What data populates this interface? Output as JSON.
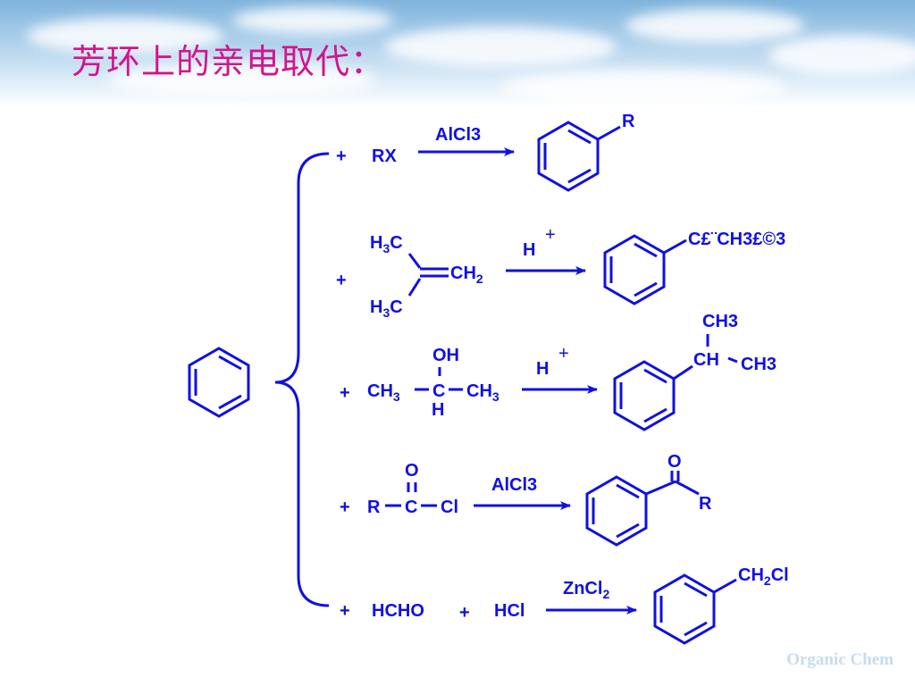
{
  "title": "芳环上的亲电取代：",
  "plus": "+",
  "reactions": [
    {
      "reagents": [
        "RX"
      ],
      "catalyst": "AlCl3",
      "product_substituent": "R"
    },
    {
      "reagents": [
        "H3C",
        "CH2",
        "H3C"
      ],
      "catalyst": "H",
      "catalyst_charge": "+",
      "product_substituent": "C£¨CH3£©3"
    },
    {
      "reagents": [
        "OH",
        "CH3",
        "C",
        "CH3",
        "H"
      ],
      "catalyst": "H",
      "catalyst_charge": "+",
      "product_substituent": [
        "CH3",
        "CH",
        "CH3"
      ]
    },
    {
      "reagents": [
        "O",
        "R",
        "C",
        "Cl"
      ],
      "catalyst": "AlCl3",
      "product_substituent": [
        "O",
        "R"
      ]
    },
    {
      "reagents": [
        "HCHO",
        "HCl"
      ],
      "catalyst": "ZnCl2",
      "product_substituent": "CH2Cl"
    }
  ],
  "watermark": "Organic Chem",
  "colors": {
    "structure": "#1010e0",
    "title": "#d4148c",
    "watermark": "#c6dcee"
  }
}
